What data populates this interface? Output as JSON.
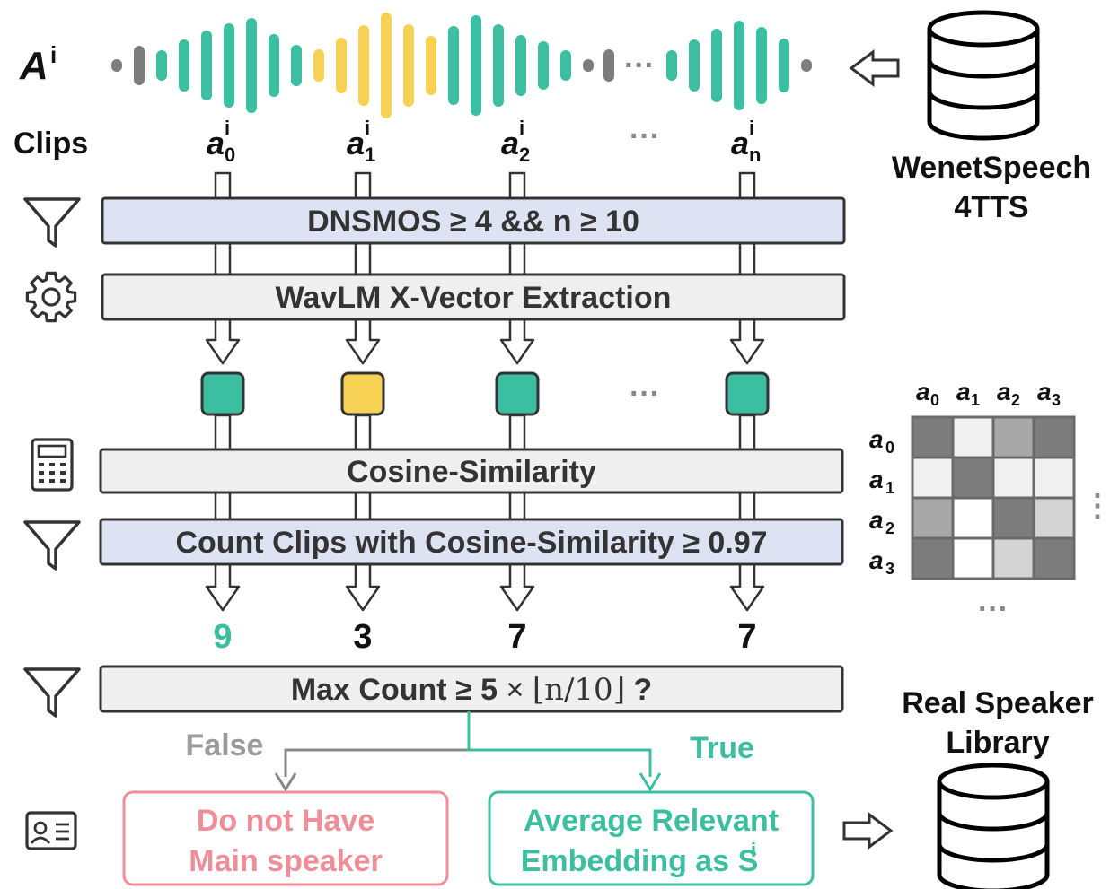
{
  "colors": {
    "teal": "#3bbfa0",
    "yellow": "#f7d154",
    "gray_bar": "#7d7d7d",
    "filter_fill": "#dde3f3",
    "step_fill": "#efefef",
    "false_color": "#9a9a9a",
    "false_box": "#ee8e98",
    "true_color": "#3bbfa0"
  },
  "header": {
    "audio_symbol": "A",
    "audio_sup": "i",
    "clips_label": "Clips",
    "clip_base": "a",
    "clip_sup": "i",
    "clip_subs": [
      "0",
      "1",
      "2",
      "n"
    ],
    "ellipsis": "···"
  },
  "source_db": {
    "line1": "WenetSpeech",
    "line2": "4TTS",
    "icon": "database-icon"
  },
  "steps": {
    "dnsmos": "DNSMOS ≥ 4 && n  ≥ 10",
    "wavlm": "WavLM X-Vector Extraction",
    "cosine": "Cosine-Similarity",
    "count": "Count Clips with Cosine-Similarity ≥ 0.97",
    "max_prefix": "Max Count  ≥  ",
    "max_factor": "5",
    "max_times": " × ",
    "max_floor": "⌊n/10⌋",
    "max_suffix": " ?"
  },
  "embeddings": [
    "teal",
    "yellow",
    "teal",
    "teal"
  ],
  "counts": [
    "9",
    "3",
    "7",
    "7"
  ],
  "count_colors": [
    "#3bbfa0",
    "#111111",
    "#111111",
    "#111111"
  ],
  "matrix": {
    "col_labels": [
      "0",
      "1",
      "2",
      "3"
    ],
    "row_labels": [
      "0",
      "1",
      "2",
      "3"
    ],
    "label_base": "a",
    "cells": [
      [
        "#7d7d7d",
        "#f0f0f0",
        "#a8a8a8",
        "#7d7d7d"
      ],
      [
        "#f0f0f0",
        "#7d7d7d",
        "#f0f0f0",
        "#f0f0f0"
      ],
      [
        "#a8a8a8",
        "#ffffff",
        "#7d7d7d",
        "#d4d4d4"
      ],
      [
        "#7d7d7d",
        "#ffffff",
        "#d4d4d4",
        "#7d7d7d"
      ]
    ],
    "ellipsis_h": "···",
    "ellipsis_v": "⋮"
  },
  "decision": {
    "false_label": "False",
    "true_label": "True",
    "false_box": [
      "Do not Have",
      "Main speaker"
    ],
    "true_box_line1": "Average Relevant",
    "true_box_line2": "Embedding as S",
    "true_box_sup": "i"
  },
  "target_db": {
    "line1": "Real Speaker",
    "line2": "Library",
    "icon": "database-icon"
  },
  "icons": {
    "filter": "filter-icon",
    "gear": "gear-icon",
    "calculator": "calculator-icon",
    "id_card": "id-card-icon",
    "arrow_left": "hollow-arrow-left-icon",
    "arrow_right": "hollow-arrow-right-icon"
  }
}
